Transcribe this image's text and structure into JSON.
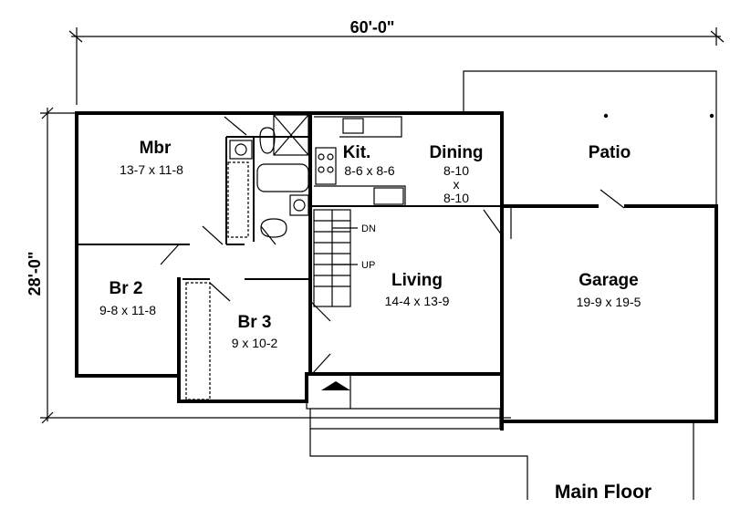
{
  "dimensions": {
    "width": "60'-0\"",
    "depth": "28'-0\""
  },
  "rooms": {
    "mbr": {
      "name": "Mbr",
      "size": "13-7 x 11-8"
    },
    "kit": {
      "name": "Kit.",
      "size": "8-6 x 8-6"
    },
    "dining": {
      "name": "Dining",
      "size_line1": "8-10",
      "size_line2": "x",
      "size_line3": "8-10"
    },
    "patio": {
      "name": "Patio"
    },
    "br2": {
      "name": "Br 2",
      "size": "9-8 x 11-8"
    },
    "br3": {
      "name": "Br 3",
      "size": "9 x 10-2"
    },
    "living": {
      "name": "Living",
      "size": "14-4 x 13-9"
    },
    "garage": {
      "name": "Garage",
      "size": "19-9 x 19-5"
    }
  },
  "stairs": {
    "down": "DN",
    "up": "UP"
  },
  "caption": "Main Floor"
}
